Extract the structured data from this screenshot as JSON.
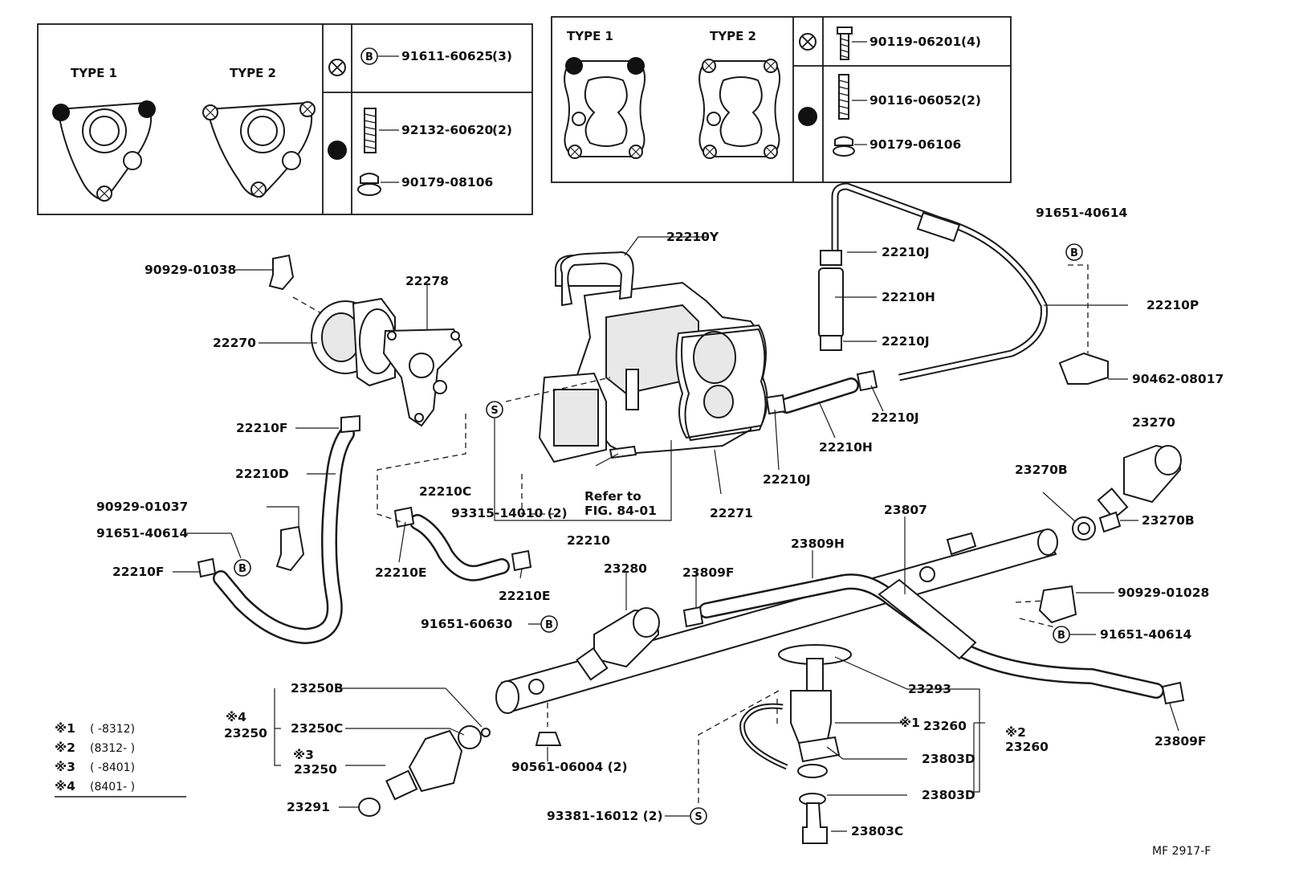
{
  "inset_left": {
    "type1": "TYPE 1",
    "type2": "TYPE 2",
    "rows": [
      {
        "symbol": "B",
        "part": "91611-60625",
        "qty": "(3)"
      },
      {
        "part": "92132-60620",
        "qty": "(2)"
      },
      {
        "part": "90179-08106",
        "qty": ""
      }
    ]
  },
  "inset_right": {
    "type1": "TYPE 1",
    "type2": "TYPE 2",
    "rows": [
      {
        "part": "90119-06201",
        "qty": "(4)"
      },
      {
        "part": "90116-06052",
        "qty": "(2)"
      },
      {
        "part": "90179-06106",
        "qty": ""
      }
    ]
  },
  "labels": {
    "p90929_01038": "90929-01038",
    "p22278": "22278",
    "p22270": "22270",
    "p22210Y": "22210Y",
    "p22210J_a": "22210J",
    "p22210H_a": "22210H",
    "p22210J_b": "22210J",
    "p91651_40614_a": "91651-40614",
    "p22210P": "22210P",
    "p90462_08017": "90462-08017",
    "p22210J_c": "22210J",
    "p22210H_b": "22210H",
    "p22210J_d": "22210J",
    "p22210F_a": "22210F",
    "p22210D": "22210D",
    "p22210C": "22210C",
    "p93315_14010": "93315-14010 (2)",
    "refer1": "Refer to",
    "refer2": "FIG. 84-01",
    "p22271": "22271",
    "p22210": "22210",
    "p90929_01037": "90929-01037",
    "p91651_40614_b": "91651-40614",
    "p22210F_b": "22210F",
    "p22210E_a": "22210E",
    "p22210E_b": "22210E",
    "p23270": "23270",
    "p23270B_a": "23270B",
    "p23270B_b": "23270B",
    "p23807": "23807",
    "p23809H": "23809H",
    "p23280": "23280",
    "p23809F_a": "23809F",
    "p90929_01028": "90929-01028",
    "p91651_40614_c": "91651-40614",
    "p91651_60630": "91651-60630",
    "p23293": "23293",
    "p23809F_b": "23809F",
    "p23250B": "23250B",
    "p23250C": "23250C",
    "star4": "※4",
    "p23250": "23250",
    "star3": "※3",
    "p23250_b": "23250",
    "star1_lbl": "※1",
    "p23260_a": "23260",
    "star2_lbl": "※2",
    "p23260_b": "23260",
    "p23803D_a": "23803D",
    "p23803D_b": "23803D",
    "p23291": "23291",
    "p90561_06004": "90561-06004 (2)",
    "p93381_16012": "93381-16012 (2)",
    "p23803C": "23803C"
  },
  "symbols": {
    "b": "B",
    "s": "S"
  },
  "footnotes": [
    {
      "mark": "※1",
      "range": "(      -8312)"
    },
    {
      "mark": "※2",
      "range": "(8312-      )"
    },
    {
      "mark": "※3",
      "range": "(      -8401)"
    },
    {
      "mark": "※4",
      "range": "(8401-      )"
    }
  ],
  "figure_code": "MF  2917-F"
}
